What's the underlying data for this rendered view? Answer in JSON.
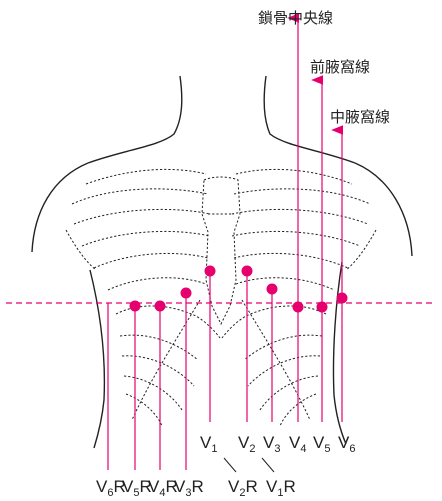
{
  "colors": {
    "lead": "#e5006e",
    "outline": "#222222"
  },
  "reference_lines": {
    "midclavicular": "鎖骨中央線",
    "anterior_axillary": "前腋窩線",
    "mid_axillary": "中腋窩線"
  },
  "leads_main": [
    {
      "main": "V",
      "sub": "1"
    },
    {
      "main": "V",
      "sub": "2"
    },
    {
      "main": "V",
      "sub": "3"
    },
    {
      "main": "V",
      "sub": "4"
    },
    {
      "main": "V",
      "sub": "5"
    },
    {
      "main": "V",
      "sub": "6"
    }
  ],
  "leads_right": [
    {
      "main": "V",
      "sub": "6",
      "suffix": "R"
    },
    {
      "main": "V",
      "sub": "5",
      "suffix": "R"
    },
    {
      "main": "V",
      "sub": "4",
      "suffix": "R"
    },
    {
      "main": "V",
      "sub": "3",
      "suffix": "R"
    },
    {
      "main": "V",
      "sub": "2",
      "suffix": "R"
    },
    {
      "main": "V",
      "sub": "1",
      "suffix": "R"
    }
  ]
}
